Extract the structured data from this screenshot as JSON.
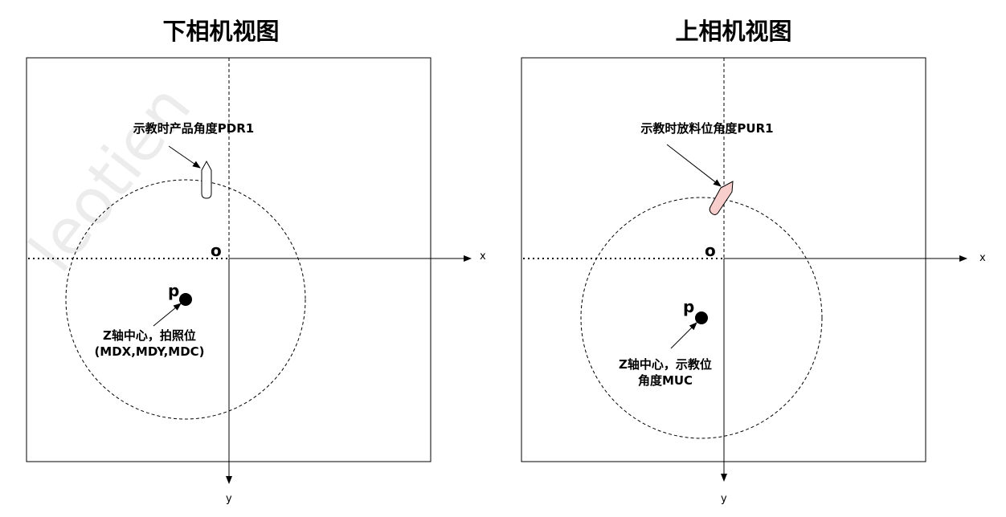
{
  "watermark": "leotien",
  "left": {
    "title": "下相机视图",
    "product_label": "示教时产品角度PDR1",
    "origin": "o",
    "x_axis": "x",
    "y_axis": "y",
    "point": "p",
    "point_label_line1": "Z轴中心，拍照位",
    "point_label_line2": "(MDX,MDY,MDC)"
  },
  "right": {
    "title": "上相机视图",
    "product_label": "示教时放料位角度PUR1",
    "origin": "o",
    "x_axis": "x",
    "y_axis": "y",
    "point": "p",
    "point_label_line1": "Z轴中心，示教位",
    "point_label_line2": "角度MUC"
  },
  "colors": {
    "pink_part": "#f8cecc",
    "stroke": "#000000"
  }
}
